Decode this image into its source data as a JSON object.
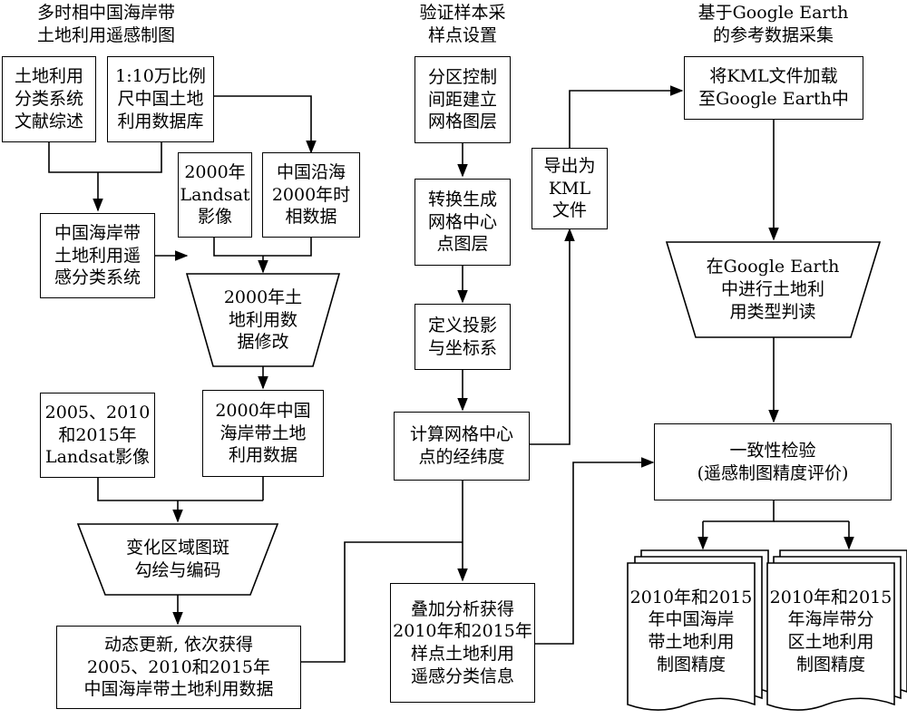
{
  "headers": {
    "col1": "多时相中国海岸带\n土地利用遥感制图",
    "col2": "验证样本采\n样点设置",
    "col3": "基于Google Earth\n的参考数据采集"
  },
  "col1": {
    "lit_review": "土地利用\n分类系统\n文献综述",
    "database": "1:10万比例\n尺中国土地\n利用数据库",
    "landsat2000": "2000年\nLandsat\n影像",
    "coastal2000": "中国沿海\n2000年时\n相数据",
    "classification": "中国海岸带\n土地利用遥\n感分类系统",
    "modify2000": "2000年土\n地利用数\n据修改",
    "landsat_multi": "2005、2010\n和2015年\nLandsat影像",
    "data2000": "2000年中国\n海岸带土地\n利用数据",
    "change_area": "变化区域图斑\n勾绘与编码",
    "dynamic_update": "动态更新, 依次获得\n2005、2010和2015年\n中国海岸带土地利用数据"
  },
  "col2": {
    "grid_layer": "分区控制\n间距建立\n网格图层",
    "center_points": "转换生成\n网格中心\n点图层",
    "projection": "定义投影\n与坐标系",
    "latlon": "计算网格中心\n点的经纬度",
    "overlay": "叠加分析获得\n2010年和2015年\n样点土地利用\n遥感分类信息",
    "export_kml": "导出为\nKML\n文件"
  },
  "col3": {
    "load_kml": "将KML文件加载\n至Google Earth中",
    "interpret": "在Google Earth\n中进行土地利\n用类型判读",
    "consistency": "一致性检验\n(遥感制图精度评价)",
    "accuracy_national": "2010年和2015\n年中国海岸\n带土地利用\n制图精度",
    "accuracy_zonal": "2010年和2015\n年海岸带分\n区土地利用\n制图精度"
  }
}
